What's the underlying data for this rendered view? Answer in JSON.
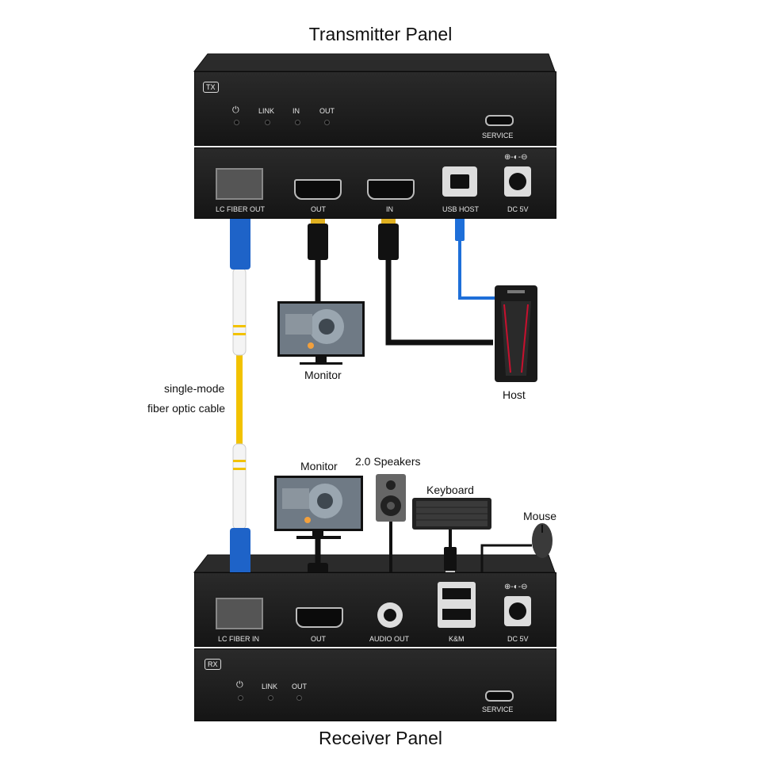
{
  "titles": {
    "transmitter": "Transmitter Panel",
    "receiver": "Receiver Panel"
  },
  "tx": {
    "badge": "TX",
    "leds": [
      "⏻",
      "LINK",
      "IN",
      "OUT"
    ],
    "service": "SERVICE",
    "ports": {
      "lc_fiber": "LC FIBER OUT",
      "hdmi_out": "OUT",
      "hdmi_in": "IN",
      "usb_host": "USB HOST",
      "dc": "DC 5V"
    }
  },
  "rx": {
    "badge": "RX",
    "leds": [
      "⏻",
      "LINK",
      "OUT"
    ],
    "service": "SERVICE",
    "ports": {
      "lc_fiber": "LC FIBER IN",
      "hdmi_out": "OUT",
      "audio_out": "AUDIO OUT",
      "km": "K&M",
      "dc": "DC 5V"
    }
  },
  "devices": {
    "tx_monitor": "Monitor",
    "host": "Host",
    "rx_monitor": "Monitor",
    "speakers": "2.0 Speakers",
    "keyboard": "Keyboard",
    "mouse": "Mouse"
  },
  "cable": {
    "line1": "single-mode",
    "line2": "fiber optic cable"
  },
  "colors": {
    "chassis": "#1c1c1c",
    "fiber": "#f2c200",
    "fiber_connector": "#1e63c8",
    "usb_cable": "#1e6fd9",
    "hdmi_gold": "#e0b020",
    "host_red": "#c8102e"
  }
}
